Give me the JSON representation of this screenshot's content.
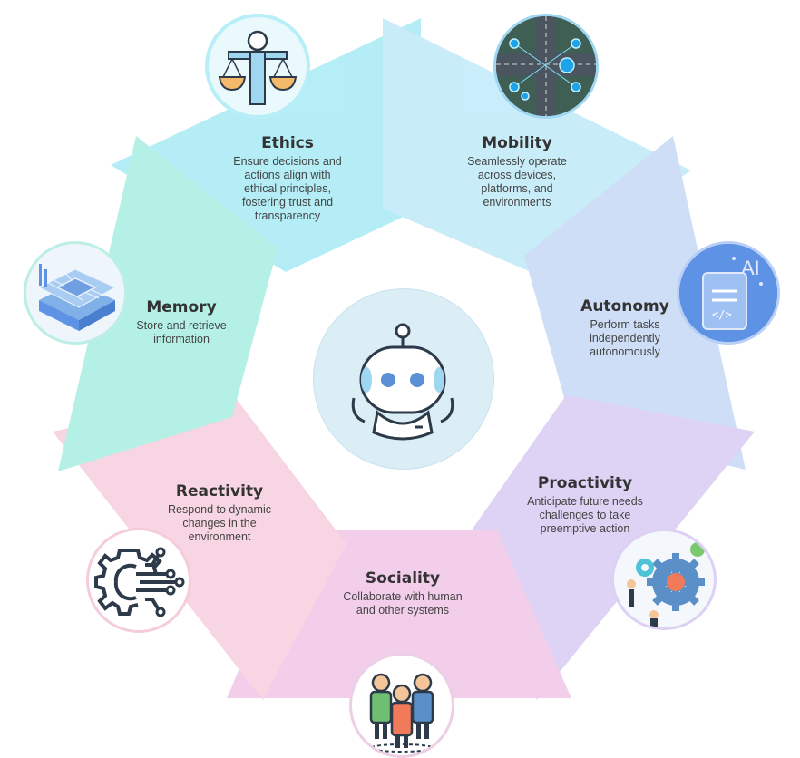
{
  "center": {
    "icon": "robot-icon"
  },
  "traits": [
    {
      "id": "ethics",
      "title": "Ethics",
      "lines": [
        "Ensure decisions and",
        "actions align with",
        "ethical principles,",
        "fostering trust and",
        "transparency"
      ],
      "icon": "scales-person-icon",
      "color": "#4fd6ec"
    },
    {
      "id": "mobility",
      "title": "Mobility",
      "lines": [
        "Seamlessly operate",
        "across devices,",
        "platforms, and",
        "environments"
      ],
      "icon": "traffic-network-icon",
      "color": "#7fd3f2"
    },
    {
      "id": "autonomy",
      "title": "Autonomy",
      "lines": [
        "Perform tasks",
        "independently",
        "autonomously"
      ],
      "icon": "ai-document-icon",
      "color": "#8fb2ee"
    },
    {
      "id": "proactivity",
      "title": "Proactivity",
      "lines": [
        "Anticipate future needs",
        "challenges to take",
        "preemptive action"
      ],
      "icon": "gears-team-icon",
      "color": "#b295e8"
    },
    {
      "id": "sociality",
      "title": "Sociality",
      "lines": [
        "Collaborate with human",
        "and other systems"
      ],
      "icon": "people-group-icon",
      "color": "#e48dd0"
    },
    {
      "id": "reactivity",
      "title": "Reactivity",
      "lines": [
        "Respond to dynamic",
        "changes in the",
        "environment"
      ],
      "icon": "gear-circuit-icon",
      "color": "#f09cbc"
    },
    {
      "id": "memory",
      "title": "Memory",
      "lines": [
        "Store and retrieve",
        "information"
      ],
      "icon": "memory-chip-icon",
      "color": "#4fdcc6"
    }
  ]
}
